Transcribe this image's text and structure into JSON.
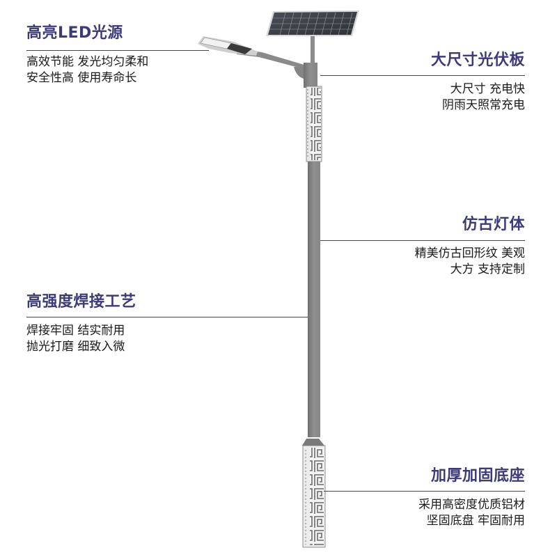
{
  "product": "solar street light",
  "colors": {
    "heading": "#3d3a7c",
    "body_text": "#1a1a1a",
    "leader_line": "#444444",
    "pole": "#8a8a8a",
    "background": "#ffffff"
  },
  "callouts": [
    {
      "id": "led-light",
      "side": "left",
      "title": "高亮LED光源",
      "lines": [
        "高效节能 发光均匀柔和",
        "安全性高 使用寿命长"
      ]
    },
    {
      "id": "solar-panel",
      "side": "right",
      "title": "大尺寸光伏板",
      "lines": [
        "大尺寸 充电快",
        "阴雨天照常充电"
      ]
    },
    {
      "id": "antique-body",
      "side": "right",
      "title": "仿古灯体",
      "lines": [
        "精美仿古回形纹 美观",
        "大方 支持定制"
      ]
    },
    {
      "id": "welding",
      "side": "left",
      "title": "高强度焊接工艺",
      "lines": [
        "焊接牢固 结实耐用",
        "抛光打磨 细致入微"
      ]
    },
    {
      "id": "base",
      "side": "right",
      "title": "加厚加固底座",
      "lines": [
        "采用高密度优质铝材",
        "坚固底盘 牢固耐用"
      ]
    }
  ],
  "icons": {
    "solar_panel": "solar-panel-icon",
    "lamp_head": "led-lamp-head-icon",
    "pole": "street-light-pole-icon",
    "meander_pattern": "greek-key-pattern-icon"
  }
}
